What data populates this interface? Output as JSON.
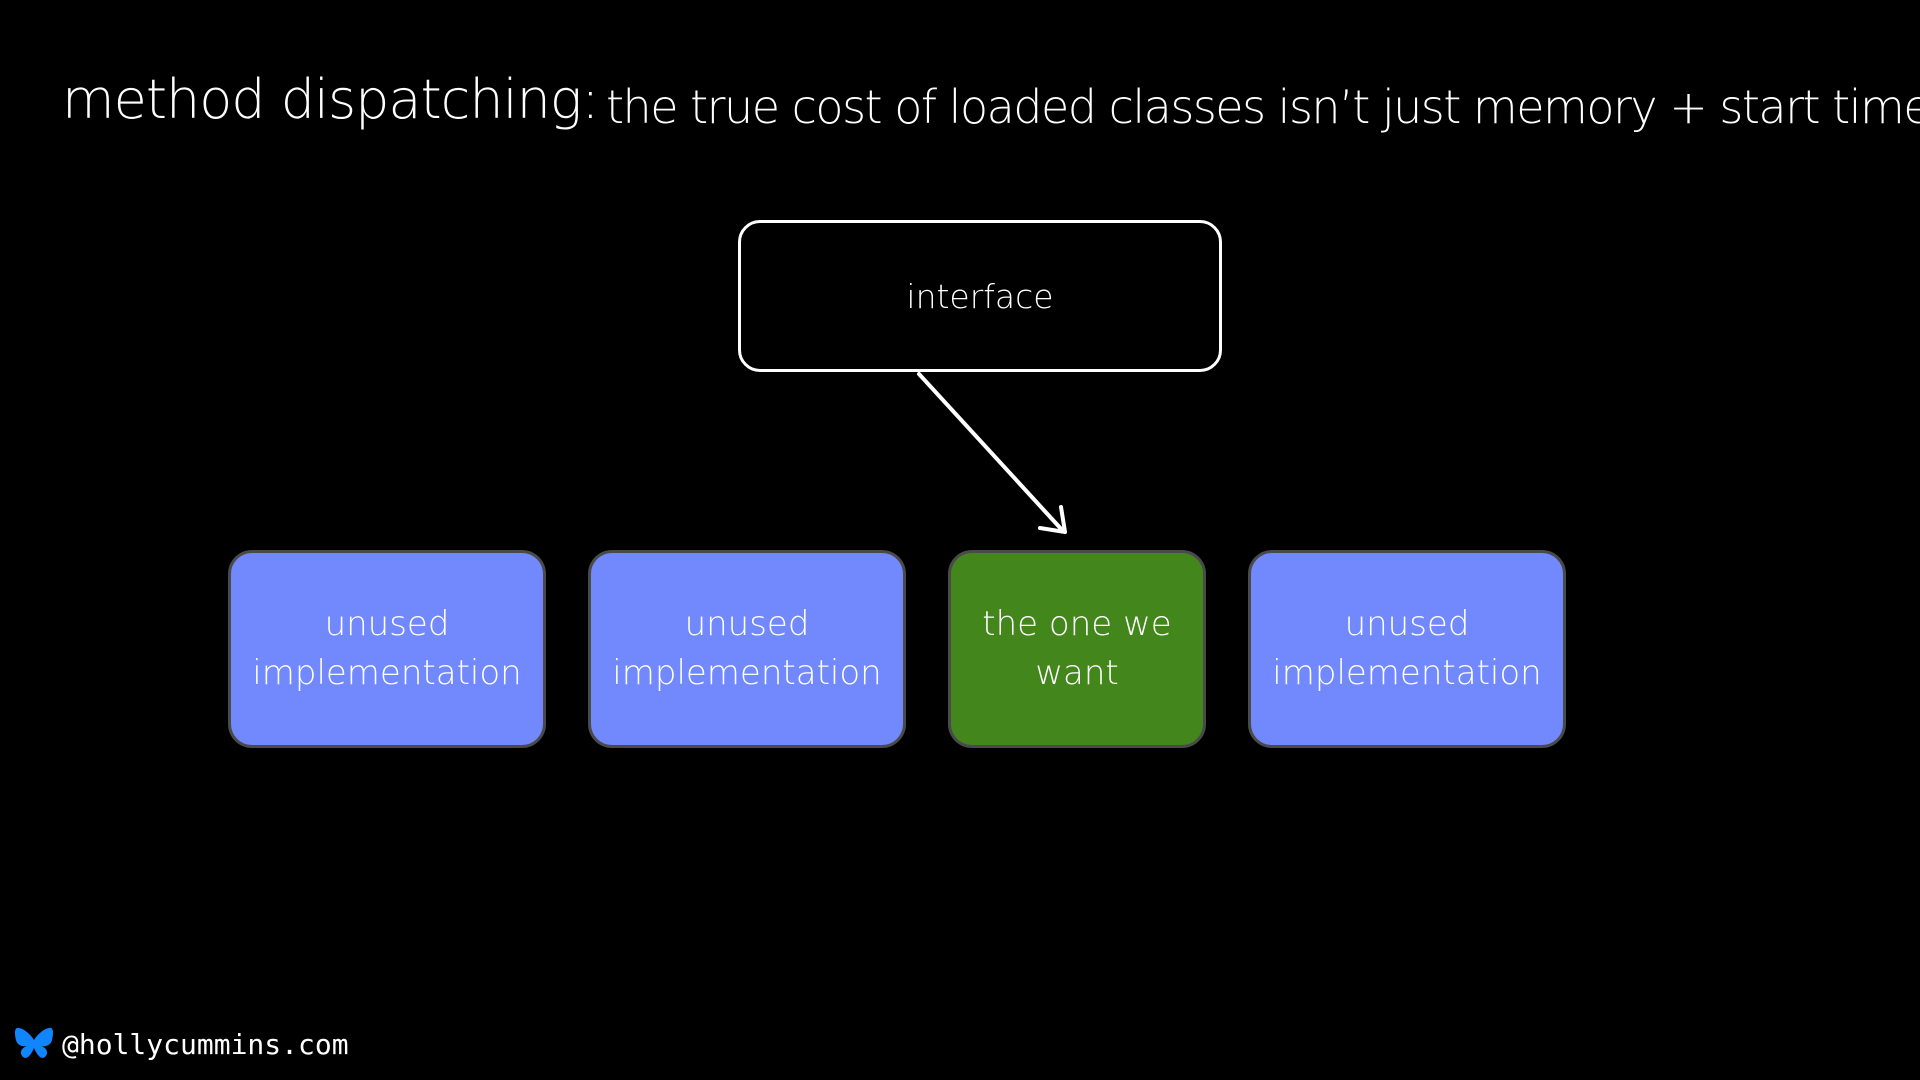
{
  "slide": {
    "title": "method dispatching:",
    "subtitle": "the true cost of loaded classes isn’t just memory + start time"
  },
  "diagram": {
    "interface_label": "interface",
    "implementations": [
      {
        "label": "unused\nimplementation",
        "color": "#7289fd",
        "state": "unused"
      },
      {
        "label": "unused\nimplementation",
        "color": "#7289fd",
        "state": "unused"
      },
      {
        "label": "the one we\nwant",
        "color": "#43871c",
        "state": "target"
      },
      {
        "label": "unused\nimplementation",
        "color": "#7289fd",
        "state": "unused"
      }
    ]
  },
  "footer": {
    "icon": "butterfly-icon",
    "handle": "@hollycummins.com"
  },
  "colors": {
    "background": "#000000",
    "unused": "#7289fd",
    "target": "#43871c",
    "butterfly": "#1185fe"
  }
}
